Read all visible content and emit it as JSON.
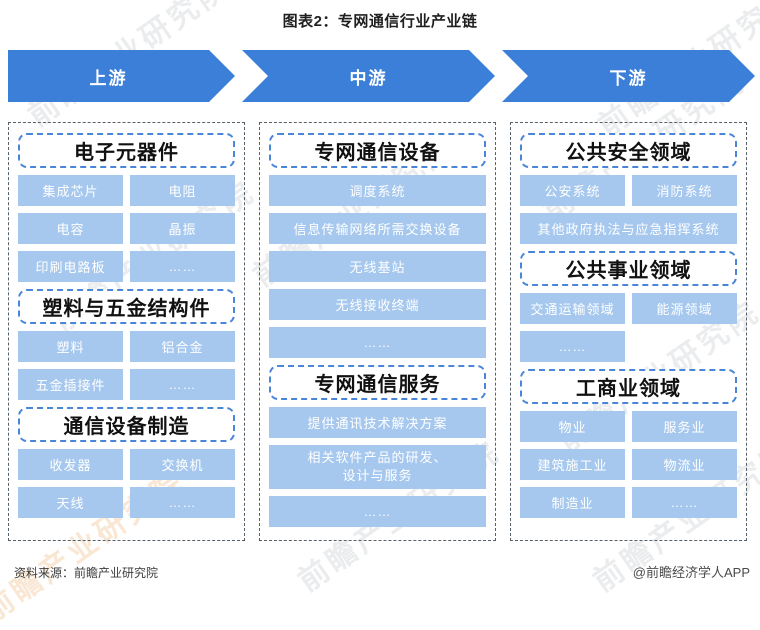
{
  "title": "图表2：专网通信行业产业链",
  "stages": [
    {
      "label": "上游"
    },
    {
      "label": "中游"
    },
    {
      "label": "下游"
    }
  ],
  "columns": [
    {
      "stage": "upstream",
      "sections": [
        {
          "header": "电子元器件",
          "items": [
            {
              "label": "集成芯片",
              "w": "half"
            },
            {
              "label": "电阻",
              "w": "half"
            },
            {
              "label": "电容",
              "w": "half"
            },
            {
              "label": "晶振",
              "w": "half"
            },
            {
              "label": "印刷电路板",
              "w": "half"
            },
            {
              "label": "……",
              "w": "half"
            }
          ]
        },
        {
          "header": "塑料与五金结构件",
          "items": [
            {
              "label": "塑料",
              "w": "half"
            },
            {
              "label": "铝合金",
              "w": "half"
            },
            {
              "label": "五金插接件",
              "w": "half"
            },
            {
              "label": "……",
              "w": "half"
            }
          ]
        },
        {
          "header": "通信设备制造",
          "items": [
            {
              "label": "收发器",
              "w": "half"
            },
            {
              "label": "交换机",
              "w": "half"
            },
            {
              "label": "天线",
              "w": "half"
            },
            {
              "label": "……",
              "w": "half"
            }
          ]
        }
      ]
    },
    {
      "stage": "midstream",
      "sections": [
        {
          "header": "专网通信设备",
          "items": [
            {
              "label": "调度系统",
              "w": "full"
            },
            {
              "label": "信息传输网络所需交换设备",
              "w": "full"
            },
            {
              "label": "无线基站",
              "w": "full"
            },
            {
              "label": "无线接收终端",
              "w": "full"
            },
            {
              "label": "……",
              "w": "full"
            }
          ]
        },
        {
          "header": "专网通信服务",
          "items": [
            {
              "label": "提供通讯技术解决方案",
              "w": "full"
            },
            {
              "label": "相关软件产品的研发、\n设计与服务",
              "w": "full",
              "tall": true
            },
            {
              "label": "……",
              "w": "full"
            }
          ]
        }
      ]
    },
    {
      "stage": "downstream",
      "sections": [
        {
          "header": "公共安全领域",
          "items": [
            {
              "label": "公安系统",
              "w": "half"
            },
            {
              "label": "消防系统",
              "w": "half"
            },
            {
              "label": "其他政府执法与应急指挥系统",
              "w": "full"
            }
          ]
        },
        {
          "header": "公共事业领域",
          "items": [
            {
              "label": "交通运输领域",
              "w": "half"
            },
            {
              "label": "能源领域",
              "w": "half"
            },
            {
              "label": "……",
              "w": "half"
            }
          ]
        },
        {
          "header": "工商业领域",
          "items": [
            {
              "label": "物业",
              "w": "half"
            },
            {
              "label": "服务业",
              "w": "half"
            },
            {
              "label": "建筑施工业",
              "w": "half"
            },
            {
              "label": "物流业",
              "w": "half"
            },
            {
              "label": "制造业",
              "w": "half"
            },
            {
              "label": "……",
              "w": "half"
            }
          ]
        }
      ]
    }
  ],
  "footer": {
    "source": "资料来源：前瞻产业研究院",
    "credit": "@前瞻经济学人APP"
  },
  "watermark": "前瞻产业研究院",
  "colors": {
    "arrow_blue": "#3b7fd8",
    "item_blue": "#a6c8ee",
    "header_border": "#4a86d8",
    "column_border": "#566069"
  }
}
